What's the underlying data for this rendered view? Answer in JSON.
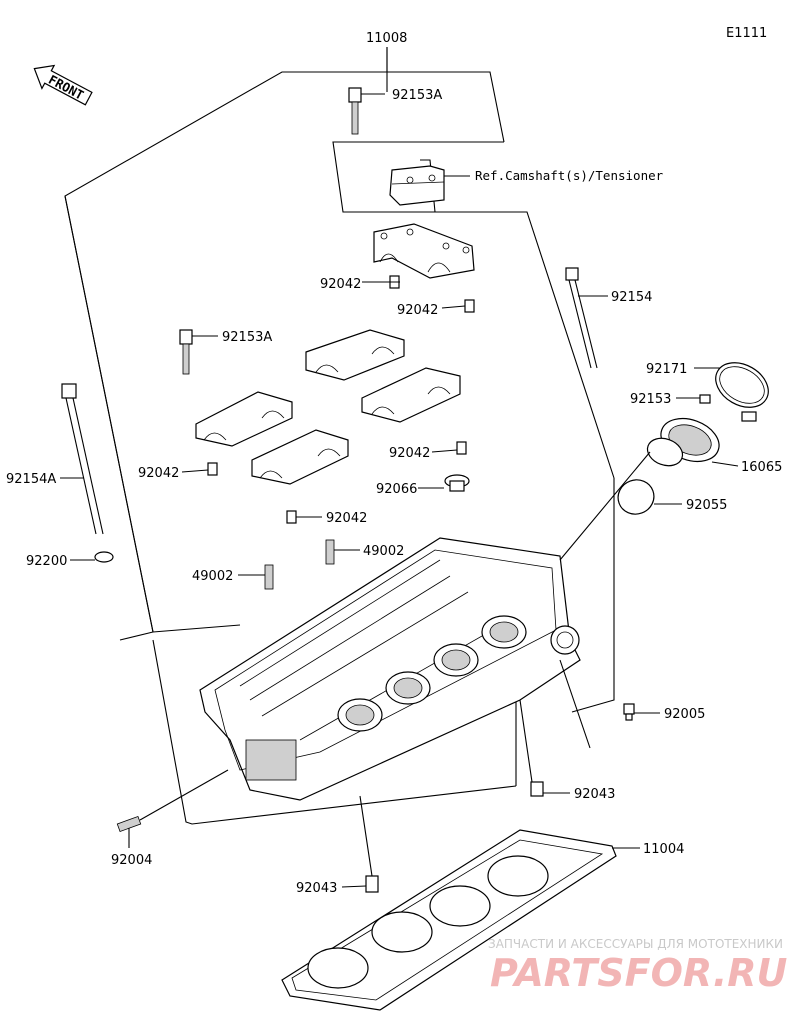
{
  "diagram_code": "E1111",
  "front_label": "FRONT",
  "reference_note": "Ref.Camshaft(s)/Tensioner",
  "part_numbers": {
    "p11008": "11008",
    "p92153A_top": "92153A",
    "p92042_a": "92042",
    "p92042_b": "92042",
    "p92154": "92154",
    "p92153A_left": "92153A",
    "p92171": "92171",
    "p92153": "92153",
    "p16065": "16065",
    "p92154A": "92154A",
    "p92042_c": "92042",
    "p92042_d": "92042",
    "p92066": "92066",
    "p92055": "92055",
    "p92042_e": "92042",
    "p92200": "92200",
    "p49002_a": "49002",
    "p49002_b": "49002",
    "p92005": "92005",
    "p92043_a": "92043",
    "p11004": "11004",
    "p92004": "92004",
    "p92043_b": "92043"
  },
  "watermark": {
    "tagline": "ЗАПЧАСТИ И АКСЕССУАРЫ ДЛЯ МОТОТЕХНИКИ",
    "brand": "PARTSFOR.RU"
  }
}
